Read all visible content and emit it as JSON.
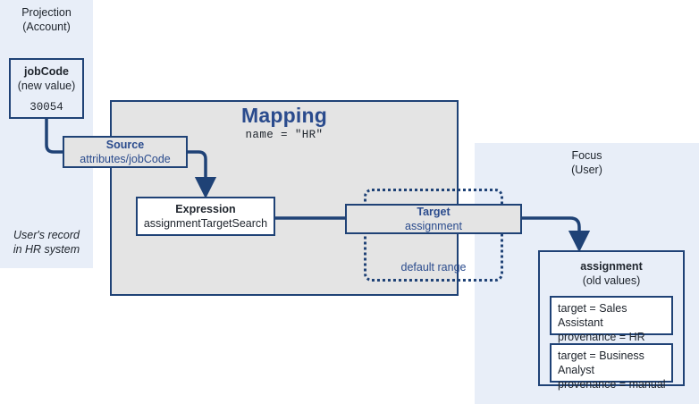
{
  "projection": {
    "title_line1": "Projection",
    "title_line2": "(Account)",
    "note_line1": "User's record",
    "note_line2": "in HR system",
    "jobcode": {
      "title": "jobCode",
      "subtitle": "(new value)",
      "value": "30054"
    }
  },
  "mapping": {
    "title": "Mapping",
    "subtitle": "name = \"HR\"",
    "source": {
      "title": "Source",
      "subtitle": "attributes/jobCode"
    },
    "expression": {
      "title": "Expression",
      "subtitle": "assignmentTargetSearch"
    },
    "target": {
      "title": "Target",
      "subtitle": "assignment"
    },
    "default_range_label": "default range"
  },
  "focus": {
    "title_line1": "Focus",
    "title_line2": "(User)",
    "assignment": {
      "title": "assignment",
      "subtitle": "(old values)",
      "values": [
        {
          "line1": "target = Sales Assistant",
          "line2": "provenance = HR"
        },
        {
          "line1": "target = Business Analyst",
          "line2": "provenance = manual"
        }
      ]
    }
  },
  "colors": {
    "stroke": "#1f4276",
    "accent_text": "#2a4b8d",
    "panel_blue": "#e8eef8",
    "panel_grey": "#e4e4e4",
    "box_white": "#ffffff",
    "text": "#20262e"
  }
}
